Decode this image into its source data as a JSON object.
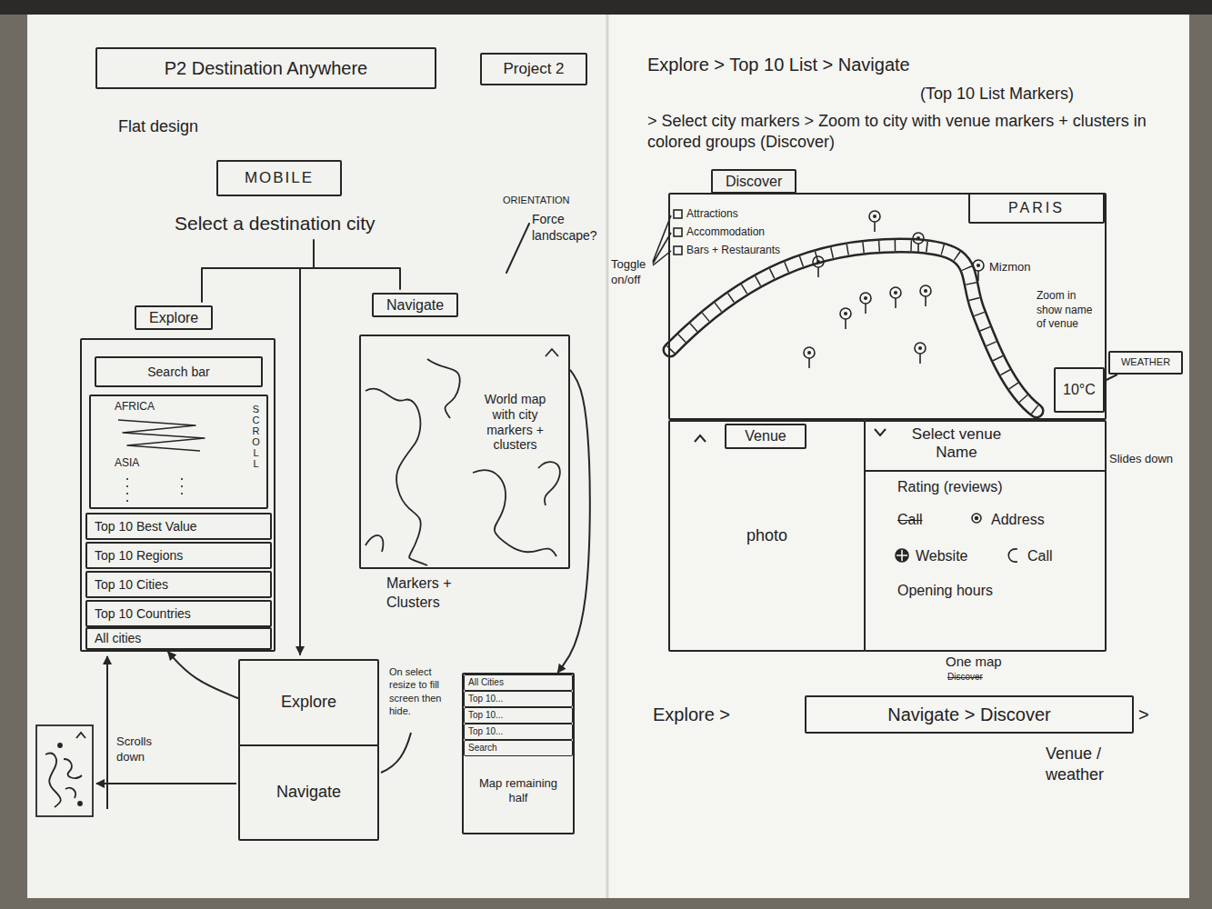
{
  "diagram": {
    "nodes": [
      {
        "text": [
          "P2 Destination Anywhere"
        ]
      },
      {
        "text": [
          "Project 2"
        ]
      },
      {
        "text": [
          "MOBILE"
        ]
      },
      {
        "text": [
          "Explore"
        ]
      },
      {
        "text": [
          "Search bar"
        ],
        "in": 3
      },
      {
        "text": [
          "AFRICA",
          "ASIA",
          "SCROLL"
        ],
        "in": 3
      },
      {
        "text": [
          "Top 10 Best Value"
        ],
        "in": 3
      },
      {
        "text": [
          "Top 10 Regions"
        ],
        "in": 3
      },
      {
        "text": [
          "Top 10 Cities"
        ],
        "in": 3
      },
      {
        "text": [
          "Top 10 Countries"
        ],
        "in": 3
      },
      {
        "text": [
          "All cities"
        ],
        "in": 3
      },
      {
        "text": [
          "Navigate",
          "World map with city markers + clusters"
        ]
      },
      {
        "text": [
          "Explore"
        ]
      },
      {
        "text": [
          "Navigate"
        ]
      },
      {
        "text": [
          "Map remaining half"
        ]
      },
      {
        "text": [
          "All Cities"
        ],
        "in": 14
      },
      {
        "text": [
          "Top 10..."
        ],
        "in": 14
      },
      {
        "text": [
          "Top 10..."
        ],
        "in": 14
      },
      {
        "text": [
          "Top 10..."
        ],
        "in": 14
      },
      {
        "text": [
          "Search"
        ],
        "in": 14
      },
      {
        "text": [
          "Discover"
        ]
      },
      {
        "text": [
          "PARIS"
        ],
        "in": 20
      },
      {
        "text": [
          "10°C"
        ],
        "in": 20
      },
      {
        "text": [
          "WEATHER"
        ]
      },
      {
        "text": [
          "photo"
        ]
      },
      {
        "text": [
          "Venue"
        ],
        "in": 24
      },
      {
        "text": [
          "Select venue Name",
          "Rating (reviews)",
          "Call",
          "Address",
          "Website",
          "Call",
          "Opening hours"
        ]
      },
      {
        "text": [
          "Navigate > Discover"
        ]
      }
    ],
    "edges": [
      {
        "from": 12,
        "to": 3,
        "arrow": "to"
      },
      {
        "from": 11,
        "to": 14,
        "arrow": "to"
      },
      {
        "from": 23,
        "to": 22,
        "arrow": "none"
      }
    ],
    "labels": [
      "Flat design",
      "Select a destination city",
      "ORIENTATION",
      "Force landscape?",
      "Markers + Clusters",
      "On select resize to fill screen then hide.",
      "Scrolls down",
      "Explore > Top 10 List > Navigate",
      "(Top 10 List Markers)",
      "> Select city markers > Zoom to city with venue markers + clusters in colored groups (Discover)",
      "Attractions",
      "Accommodation",
      "Bars + Restaurants",
      "Toggle on/off",
      "Mizmon",
      "Zoom in show name of venue",
      "Slides down",
      "One map",
      "Discover",
      "Explore >",
      ">",
      "Venue / weather"
    ]
  }
}
